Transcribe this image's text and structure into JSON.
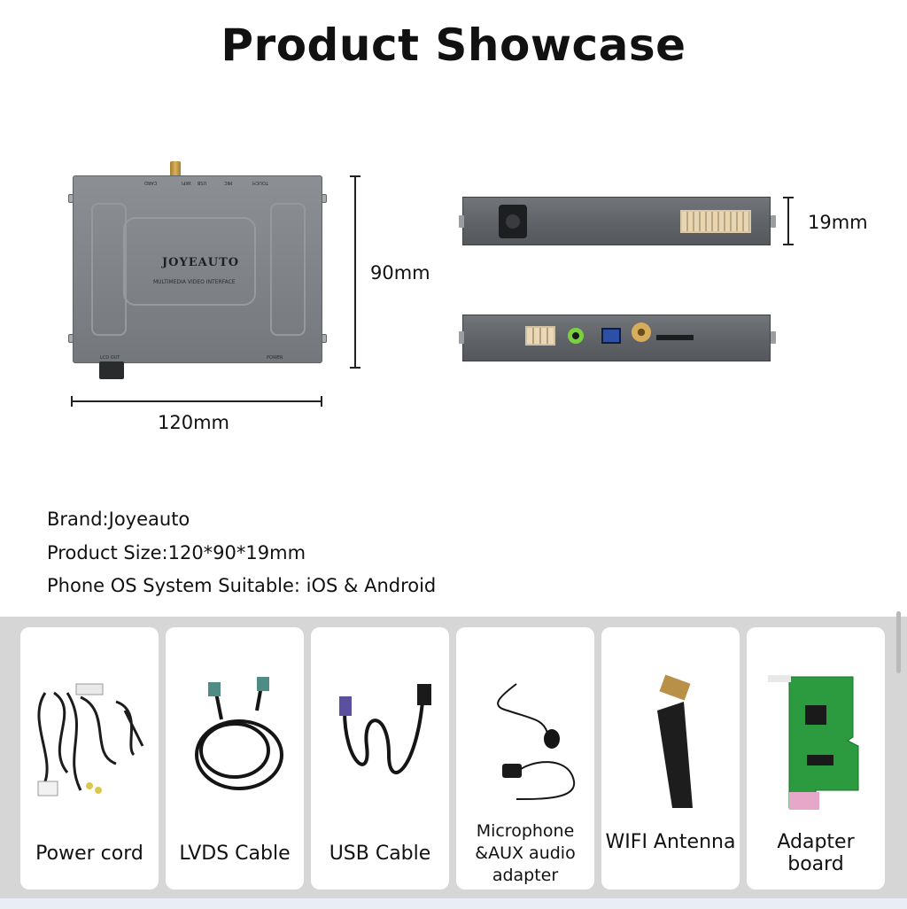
{
  "title": "Product Showcase",
  "device": {
    "logo": "JOYEAUTO",
    "subtitle": "MULTIMEDIA VIDEO INTERFACE",
    "port_labels_top": [
      "CARD",
      "WIFI",
      "USB",
      "MIC",
      "TOUCH"
    ],
    "port_labels_bottom": [
      "LCD OUT",
      "POWER"
    ]
  },
  "dimensions": {
    "height": "90mm",
    "width": "120mm",
    "thickness": "19mm"
  },
  "specs": [
    "Brand:Joyeauto",
    "Product Size:120*90*19mm",
    "Phone OS System Suitable: iOS & Android"
  ],
  "accessories": [
    {
      "name": "Power cord",
      "icon": "power-cord-icon"
    },
    {
      "name": "LVDS Cable",
      "icon": "lvds-cable-icon"
    },
    {
      "name": "USB Cable",
      "icon": "usb-cable-icon"
    },
    {
      "name": "Microphone &AUX audio adapter",
      "icon": "microphone-icon"
    },
    {
      "name": "WIFI Antenna",
      "icon": "wifi-antenna-icon"
    },
    {
      "name": "Adapter board",
      "icon": "adapter-board-icon"
    }
  ]
}
